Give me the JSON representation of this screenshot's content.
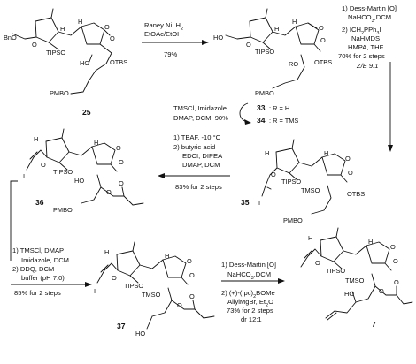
{
  "compounds": {
    "c25": "25",
    "c33": "33",
    "c33_r": ": R = H",
    "c34": "34",
    "c34_r": ": R = TMS",
    "c35": "35",
    "c36": "36",
    "c37": "37",
    "c7": "7"
  },
  "groups": {
    "bno": "BnO",
    "ho": "HO",
    "tipso": "TIPSO",
    "ho_ring": "HO",
    "ro": "RO",
    "tmso": "TMSO",
    "otbs": "OTBS",
    "pmbo": "PMBO",
    "i": "I",
    "h": "H",
    "o": "O",
    "tipso_b": "TIPSO",
    "ho_b": "HO"
  },
  "steps": {
    "s1": {
      "line1": "Raney Ni, H",
      "line1_sub": "2",
      "line2": "EtOAc/EtOH",
      "yield": "79%"
    },
    "s2": {
      "l1": "1) Dess-Martin [O]",
      "l2": "NaHCO",
      "l2_sub": "3",
      "l2_end": ",DCM",
      "l3": "2) ICH",
      "l3_sub1": "2",
      "l3_mid": "PPh",
      "l3_sub2": "3",
      "l3_end": "I",
      "l4": "NaHMDS",
      "l5": "HMPA, THF",
      "l6": "70% for 2 steps",
      "l7": "Z/E 9:1"
    },
    "s3": {
      "l1": "TMSCl, Imidazole",
      "l2": "DMAP, DCM, 90%"
    },
    "s4": {
      "l1": "1) TBAF, -10 °C",
      "l2": "2) butyric acid",
      "l3": "EDCI, DIPEA",
      "l4": "DMAP, DCM",
      "yield": "83% for 2 steps"
    },
    "s5": {
      "l1": "1) TMSCl, DMAP",
      "l2": "Imidazole, DCM",
      "l3": "2) DDQ, DCM",
      "l4": "buffer (pH 7.0)",
      "yield": "85% for 2 steps"
    },
    "s6": {
      "l1": "1) Dess-Martin [O]",
      "l2": "NaHCO",
      "l2_sub": "3",
      "l2_end": ",DCM",
      "l3": "2) (+)-(Ipc)",
      "l3_sub": "2",
      "l3_end": "BOMe",
      "l4": "AllylMgBr, Et",
      "l4_sub": "2",
      "l4_end": "O",
      "l5": "73% for 2 steps",
      "l6": "dr 12:1"
    }
  }
}
